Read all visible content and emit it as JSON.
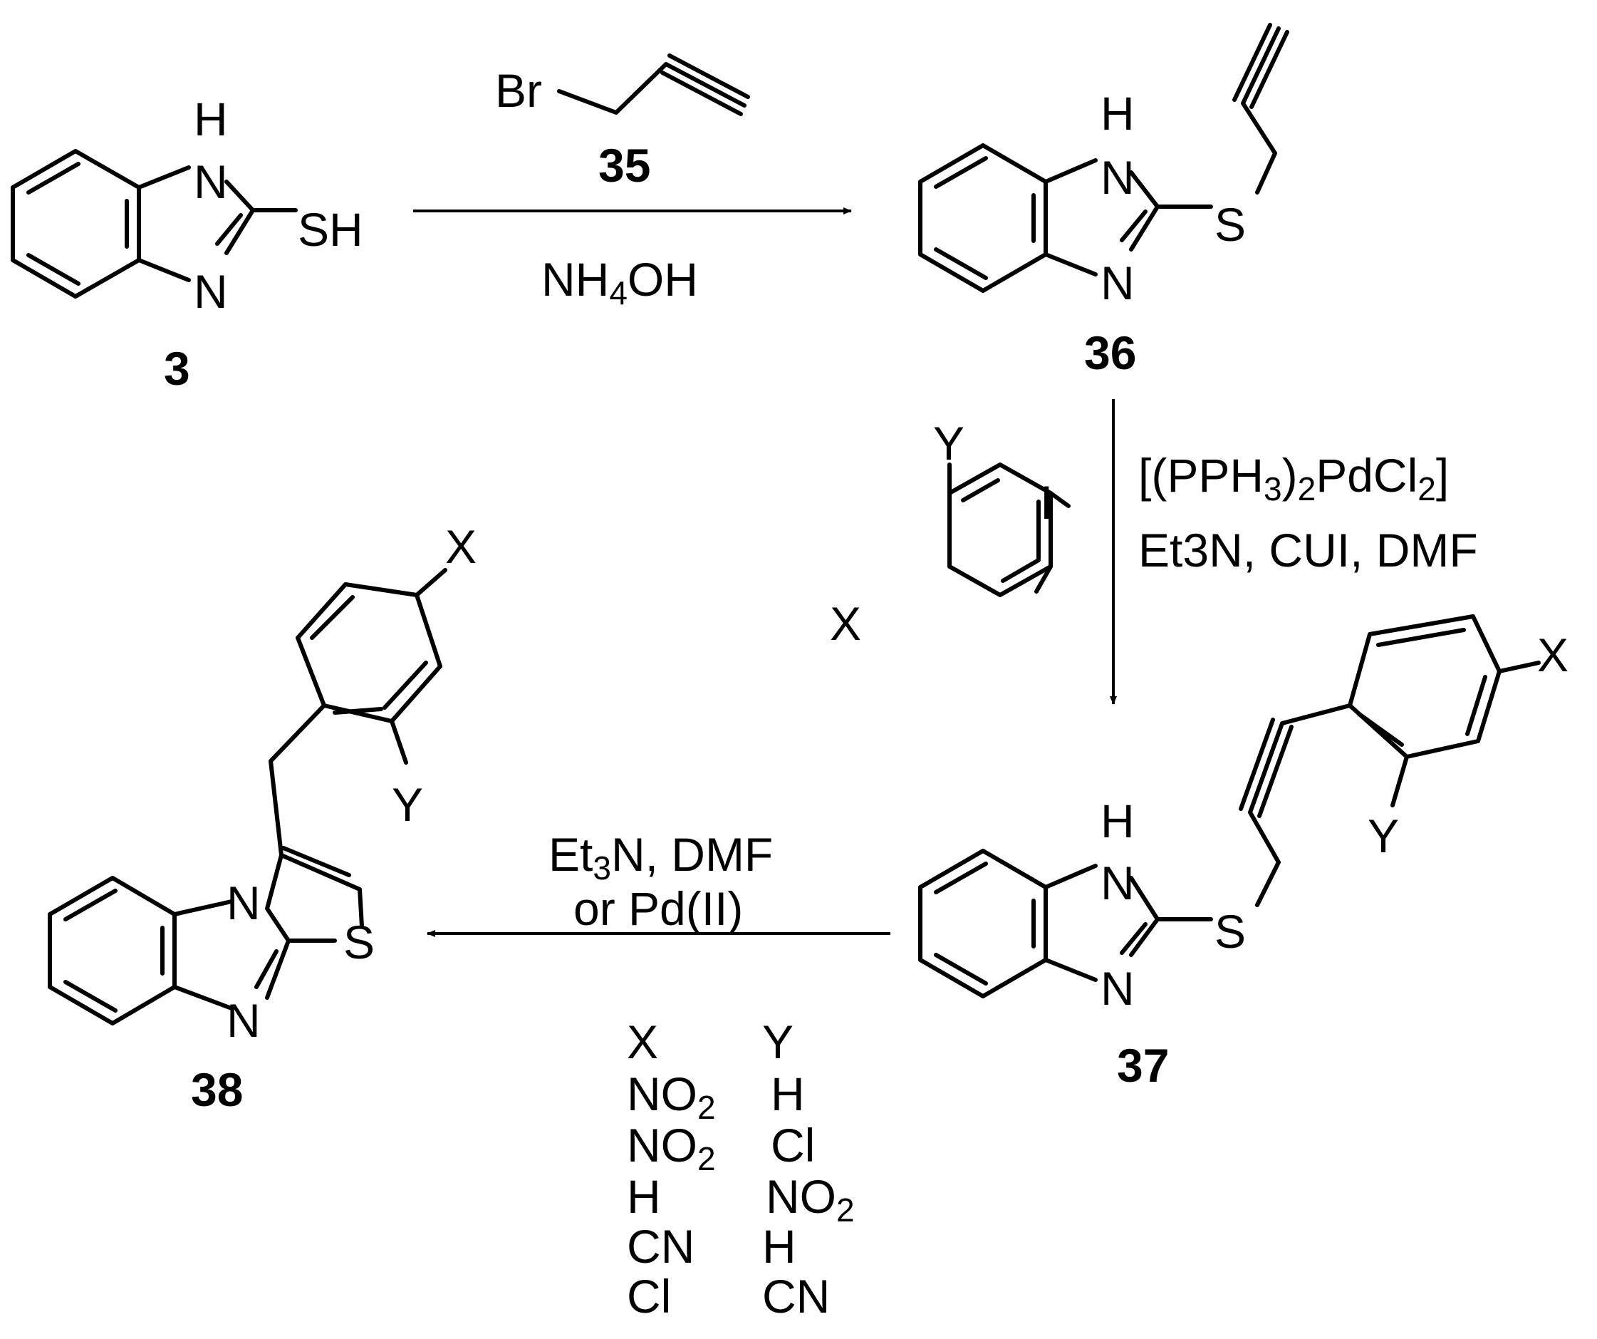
{
  "compounds": {
    "c3": {
      "number": "3",
      "h": "H",
      "n1": "N",
      "n2": "N",
      "sh": "SH"
    },
    "c35": {
      "number": "35",
      "br": "Br"
    },
    "c36": {
      "number": "36",
      "h": "H",
      "n1": "N",
      "n2": "N",
      "s": "S"
    },
    "aryl_iodide": {
      "y": "Y",
      "i": "I",
      "x": "X"
    },
    "c37": {
      "number": "37",
      "h": "H",
      "n1": "N",
      "n2": "N",
      "s": "S",
      "x": "X",
      "y": "Y"
    },
    "c38": {
      "number": "38",
      "n1": "N",
      "n2": "N",
      "s": "S",
      "x": "X",
      "y": "Y"
    }
  },
  "reagents": {
    "step1_below": {
      "base": "NH",
      "sub": "4",
      "tail": "OH"
    },
    "step2_line1": {
      "a": "[(PPH",
      "s1": "3",
      "b": ")",
      "s2": "2",
      "c": "PdCl",
      "s3": "2",
      "d": "]"
    },
    "step2_line2": "Et3N, CUI, DMF",
    "step3_line1": {
      "a": "Et",
      "s1": "3",
      "b": "N,  DMF"
    },
    "step3_line2": "or Pd(II)"
  },
  "substituent_table": {
    "headers": [
      "X",
      "Y"
    ],
    "rows": [
      [
        {
          "t": "NO",
          "s": "2"
        },
        {
          "t": "H",
          "s": ""
        }
      ],
      [
        {
          "t": "NO",
          "s": "2"
        },
        {
          "t": "Cl",
          "s": ""
        }
      ],
      [
        {
          "t": "H",
          "s": ""
        },
        {
          "t": "NO",
          "s": "2"
        }
      ],
      [
        {
          "t": "CN",
          "s": ""
        },
        {
          "t": "H",
          "s": ""
        }
      ],
      [
        {
          "t": "Cl",
          "s": ""
        },
        {
          "t": "CN",
          "s": ""
        }
      ]
    ]
  }
}
